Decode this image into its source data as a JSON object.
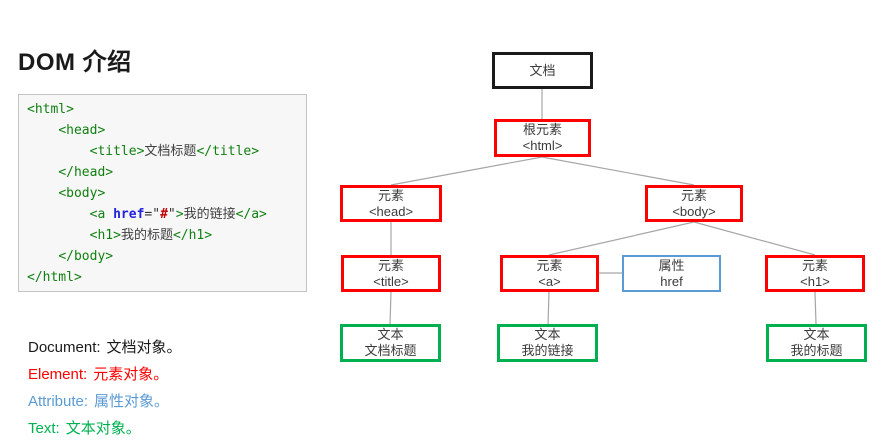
{
  "page": {
    "title": "DOM 介绍"
  },
  "colors": {
    "document": "#1a1a1a",
    "element": "#fe0000",
    "attribute": "#5b9bd5",
    "text": "#00b050",
    "connector": "#a6a6a6",
    "code_tag": "#118011",
    "code_attr": "#2222dd",
    "code_value": "#c00000",
    "code_punct": "#333333",
    "code_text": "#404040"
  },
  "code": {
    "lines": [
      [
        {
          "t": "<html>",
          "c": "tag"
        }
      ],
      [
        {
          "t": "    ",
          "c": "plain"
        },
        {
          "t": "<head>",
          "c": "tag"
        }
      ],
      [
        {
          "t": "        ",
          "c": "plain"
        },
        {
          "t": "<title>",
          "c": "tag"
        },
        {
          "t": "文档标题",
          "c": "text"
        },
        {
          "t": "</title>",
          "c": "tag"
        }
      ],
      [
        {
          "t": "    ",
          "c": "plain"
        },
        {
          "t": "</head>",
          "c": "tag"
        }
      ],
      [
        {
          "t": "    ",
          "c": "plain"
        },
        {
          "t": "<body>",
          "c": "tag"
        }
      ],
      [
        {
          "t": "        ",
          "c": "plain"
        },
        {
          "t": "<a ",
          "c": "tag"
        },
        {
          "t": "href",
          "c": "attr"
        },
        {
          "t": "=",
          "c": "punct"
        },
        {
          "t": "\"",
          "c": "punct"
        },
        {
          "t": "#",
          "c": "value"
        },
        {
          "t": "\"",
          "c": "punct"
        },
        {
          "t": ">",
          "c": "tag"
        },
        {
          "t": "我的链接",
          "c": "text"
        },
        {
          "t": "</a>",
          "c": "tag"
        }
      ],
      [
        {
          "t": "        ",
          "c": "plain"
        },
        {
          "t": "<h1>",
          "c": "tag"
        },
        {
          "t": "我的标题",
          "c": "text"
        },
        {
          "t": "</h1>",
          "c": "tag"
        }
      ],
      [
        {
          "t": "    ",
          "c": "plain"
        },
        {
          "t": "</body>",
          "c": "tag"
        }
      ],
      [
        {
          "t": "</html>",
          "c": "tag"
        }
      ]
    ]
  },
  "tree": {
    "nodes": {
      "document": {
        "line1": "文档",
        "line2": ""
      },
      "html": {
        "line1": "根元素",
        "line2": "<html>"
      },
      "head": {
        "line1": "元素",
        "line2": "<head>"
      },
      "body": {
        "line1": "元素",
        "line2": "<body>"
      },
      "title": {
        "line1": "元素",
        "line2": "<title>"
      },
      "a": {
        "line1": "元素",
        "line2": "<a>"
      },
      "href": {
        "line1": "属性",
        "line2": "href"
      },
      "h1": {
        "line1": "元素",
        "line2": "<h1>"
      },
      "text_title": {
        "line1": "文本",
        "line2": "文档标题"
      },
      "text_link": {
        "line1": "文本",
        "line2": "我的链接"
      },
      "text_h1": {
        "line1": "文本",
        "line2": "我的标题"
      }
    }
  },
  "legend": {
    "items": [
      {
        "term": "Document:",
        "desc": "文档对象。"
      },
      {
        "term": "Element:",
        "desc": "元素对象。"
      },
      {
        "term": "Attribute:",
        "desc": "属性对象。"
      },
      {
        "term": "Text:",
        "desc": "文本对象。"
      }
    ]
  }
}
